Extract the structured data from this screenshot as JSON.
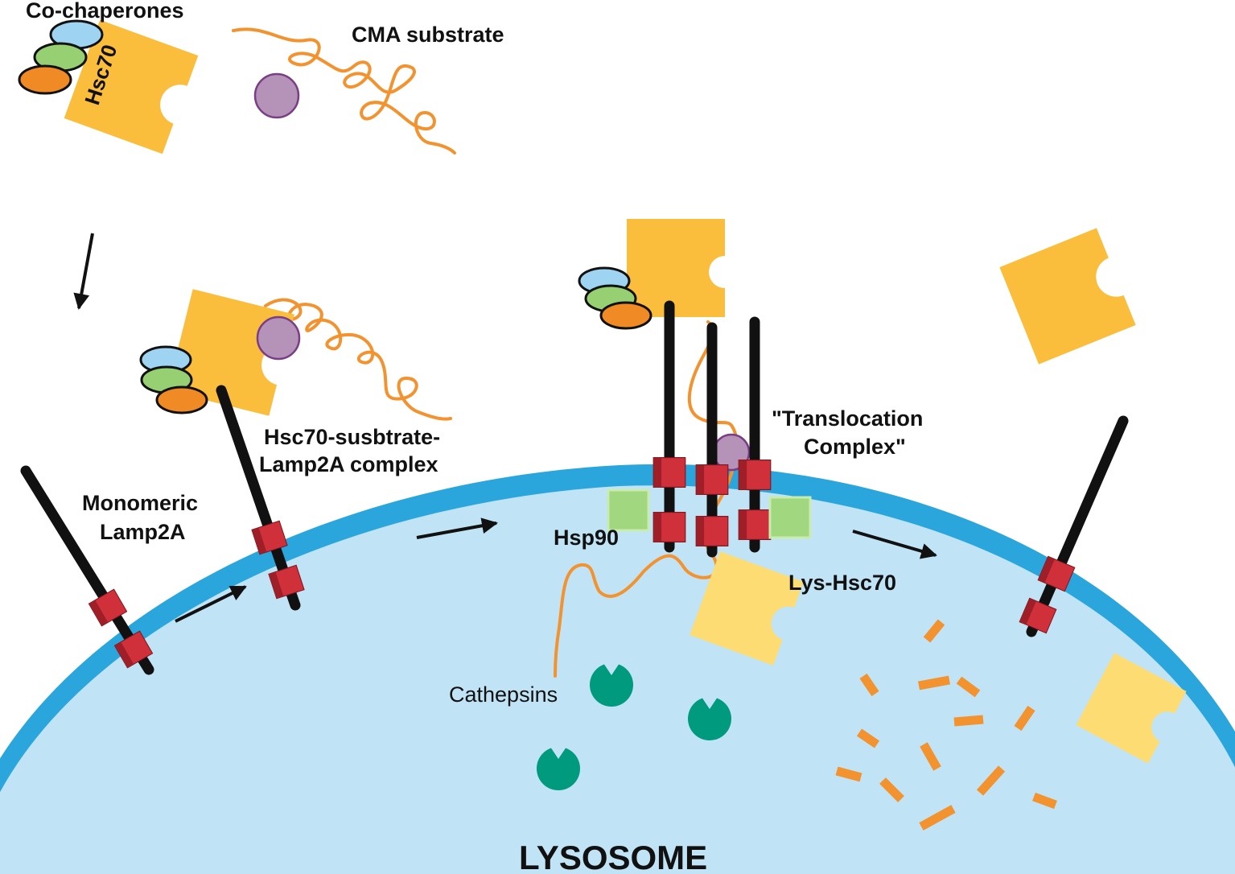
{
  "labels": {
    "co_chaperones": "Co-chaperones",
    "hsc70": "Hsc70",
    "cma_substrate": "CMA substrate",
    "complex_line1": "Hsc70-susbtrate-",
    "complex_line2": "Lamp2A complex",
    "monomeric_line1": "Monomeric",
    "monomeric_line2": "Lamp2A",
    "translocation_line1": "\"Translocation",
    "translocation_line2": "Complex\"",
    "hsp90": "Hsp90",
    "lys_hsc70": "Lys-Hsc70",
    "cathepsins": "Cathepsins",
    "lysosome": "LYSOSOME"
  },
  "colors": {
    "hsc70": "#FBBD3C",
    "lys_hsc70": "#FDDC74",
    "membrane": "#2BA6DD",
    "lumen": "#C0E4F6",
    "lamp2a_red": "#D0303A",
    "lamp2a_dark_red": "#9E1F27",
    "stalk": "#111111",
    "substrate": "#F39330",
    "substrate_head": "#B592B8",
    "hsp90": "#A1D77E",
    "cathepsin": "#009A7E",
    "cochap_blue": "#9ED3F1",
    "cochap_green": "#96D073",
    "cochap_orange": "#F08A24",
    "fragments": "#F39330"
  }
}
